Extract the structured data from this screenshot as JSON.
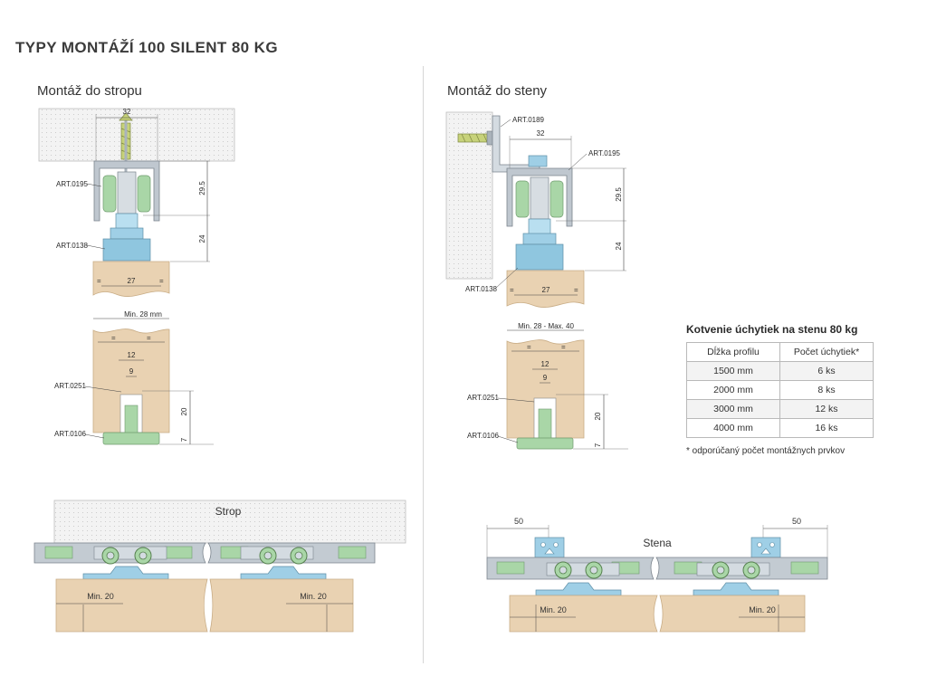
{
  "title": "TYPY MONTÁŽÍ 100 SILENT 80 KG",
  "ceiling": {
    "title": "Montáž do stropu",
    "art_profile": "ART.0195",
    "art_bracket": "ART.0138",
    "art_guide": "ART.0251",
    "art_floor": "ART.0106",
    "dim_top_width": "32",
    "dim_height_profile": "29.5",
    "dim_height_hanger": "24",
    "dim_door_width": "27",
    "dim_min_door": "Min. 28 mm",
    "dim_guide_outer": "12",
    "dim_guide_inner": "9",
    "dim_guide_depth": "20",
    "dim_floor": "7",
    "eq": "="
  },
  "wall": {
    "title": "Montáž do steny",
    "art_angle": "ART.0189",
    "art_profile": "ART.0195",
    "art_bracket": "ART.0138",
    "art_guide": "ART.0251",
    "art_floor": "ART.0106",
    "dim_top_width": "32",
    "dim_height_profile": "29.5",
    "dim_height_hanger": "24",
    "dim_door_width": "27",
    "dim_min_max": "Min. 28 - Max. 40",
    "dim_guide_outer": "12",
    "dim_guide_inner": "9",
    "dim_guide_depth": "20",
    "dim_floor": "7",
    "eq": "="
  },
  "bottom_ceiling": {
    "strop_label": "Strop",
    "min_left": "Min. 20",
    "min_right": "Min. 20"
  },
  "bottom_wall": {
    "stena_label": "Stena",
    "dim_left": "50",
    "dim_right": "50",
    "min_left": "Min. 20",
    "min_right": "Min. 20"
  },
  "anchor_table": {
    "title": "Kotvenie úchytiek na stenu 80 kg",
    "headers": [
      "Dĺžka profilu",
      "Počet úchytiek*"
    ],
    "rows": [
      [
        "1500 mm",
        "6 ks"
      ],
      [
        "2000 mm",
        "8 ks"
      ],
      [
        "3000 mm",
        "12 ks"
      ],
      [
        "4000 mm",
        "16 ks"
      ]
    ],
    "footnote": "* odporúčaný počet montážnych prvkov"
  },
  "colors": {
    "wood": "#e9d2b2",
    "wood_edge": "#c9ad86",
    "steel": "#bcc4cc",
    "steel_dark": "#8a939c",
    "blue_part": "#9fcfe6",
    "green_part": "#a9d6a7",
    "ceiling_fill": "#f1f1f1"
  }
}
